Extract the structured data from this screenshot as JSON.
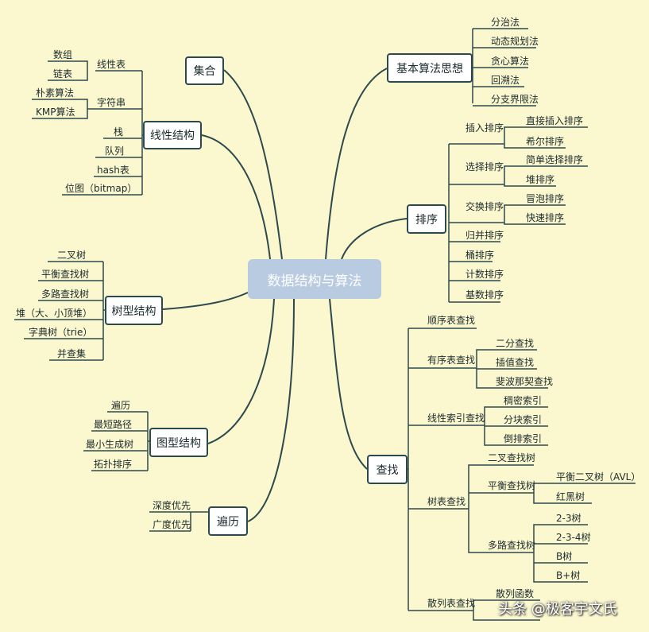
{
  "center": "数据结构与算法",
  "nodes": {
    "jihe": "集合",
    "xianxing": "线性结构",
    "shuxing": "树型结构",
    "tuxing": "图型结构",
    "bianli": "遍历",
    "suanfa": "基本算法思想",
    "paixu": "排序",
    "chazhao": "查找"
  },
  "linear": {
    "xianxingbiao": "线性表",
    "shuzu": "数组",
    "lianbiao": "链表",
    "zifuchuan": "字符串",
    "pusu": "朴素算法",
    "kmp": "KMP算法",
    "zhan": "栈",
    "duilie": "队列",
    "hash": "hash表",
    "weitu": "位图（bitmap）"
  },
  "tree": [
    "二叉树",
    "平衡查找树",
    "多路查找树",
    "堆（大、小顶堆）",
    "字典树（trie）",
    "并查集"
  ],
  "graph": [
    "遍历",
    "最短路径",
    "最小生成树",
    "拓扑排序"
  ],
  "traverse": [
    "深度优先",
    "广度优先"
  ],
  "algo": [
    "分治法",
    "动态规划法",
    "贪心算法",
    "回溯法",
    "分支界限法"
  ],
  "sort": {
    "charu": "插入排序",
    "zhijie": "直接插入排序",
    "xier": "希尔排序",
    "xuanze": "选择排序",
    "jiandan": "简单选择排序",
    "dui": "堆排序",
    "jiaohuan": "交换排序",
    "maopao": "冒泡排序",
    "kuaisu": "快速排序",
    "guibing": "归并排序",
    "tong": "桶排序",
    "jishu": "计数排序",
    "jishu2": "基数排序"
  },
  "search": {
    "shunxu": "顺序表查找",
    "youxu": "有序表查找",
    "erfen": "二分查找",
    "chazhi": "插值查找",
    "feibo": "斐波那契查找",
    "suoyin": "线性索引查找",
    "choumi": "稠密索引",
    "fenkuai": "分块索引",
    "daopai": "倒排索引",
    "shubiao": "树表查找",
    "ercha": "二叉查找树",
    "pingheng": "平衡查找树",
    "avl": "平衡二叉树（AVL）",
    "honghei": "红黑树",
    "duolu": "多路查找树",
    "t23": "2-3树",
    "t234": "2-3-4树",
    "bshu": "B树",
    "bplus": "B+树",
    "sanlie": "散列表查找",
    "hanshu": "散列函数"
  },
  "watermark": "头条 @极客宇文氏"
}
